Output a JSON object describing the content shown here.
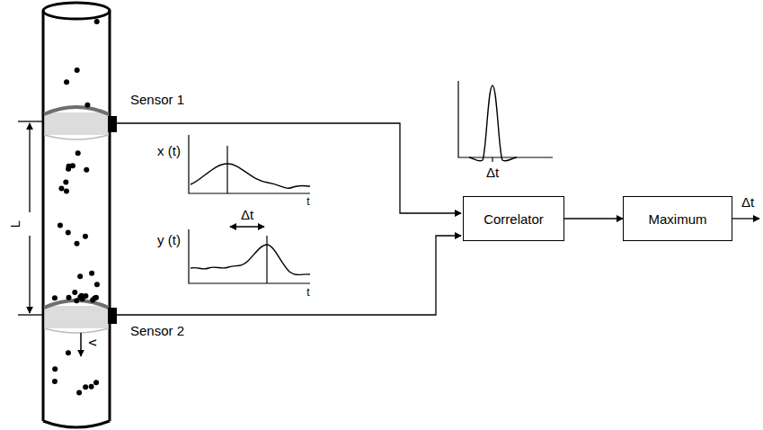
{
  "diagram": {
    "nodes": [
      {
        "text": [
          "Correlator"
        ]
      },
      {
        "text": [
          "Maximum"
        ]
      }
    ],
    "edges": [
      {
        "from": 0,
        "to": 1,
        "arrow": "to"
      }
    ],
    "labels": [
      "Sensor 1",
      "L",
      "x (t)",
      "t",
      "Δt",
      "y (t)",
      "t",
      "Sensor 2",
      "v",
      "Δt",
      "Δt"
    ]
  }
}
